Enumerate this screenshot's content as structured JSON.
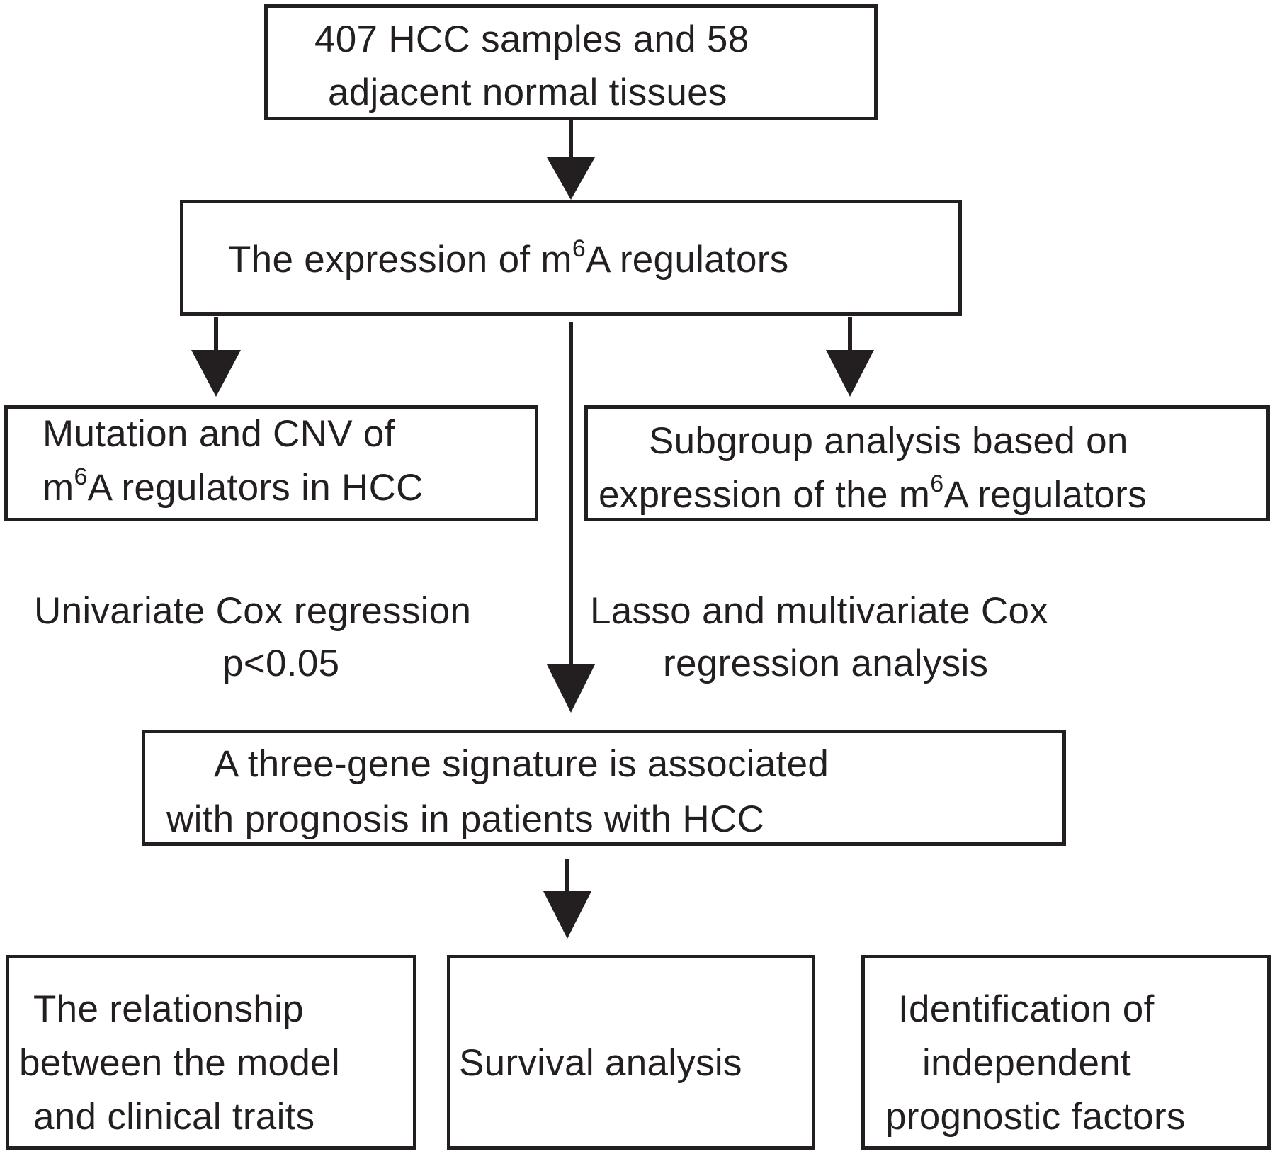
{
  "nodes": {
    "samples": {
      "line1": "407 HCC samples and 58",
      "line2": "adjacent normal tissues"
    },
    "expression": {
      "pre": "The expression of m",
      "sup": "6",
      "post": "A regulators"
    },
    "mutation": {
      "line1": "Mutation and CNV of",
      "line2_pre": "m",
      "line2_sup": "6",
      "line2_post": "A regulators in HCC"
    },
    "subgroup": {
      "line1": "Subgroup analysis based on",
      "line2_pre": "expression of the m",
      "line2_sup": "6",
      "line2_post": "A regulators"
    },
    "signature": {
      "line1": "A three-gene signature is associated",
      "line2": "with prognosis in patients with HCC"
    },
    "relationship": {
      "line1": "The relationship",
      "line2": "between the model",
      "line3": "and clinical traits"
    },
    "survival": {
      "label": "Survival analysis"
    },
    "independent": {
      "line1": "Identification of",
      "line2": "independent",
      "line3": "prognostic factors"
    }
  },
  "edge_labels": {
    "left": {
      "line1": "Univariate Cox regression",
      "line2": "p<0.05"
    },
    "right": {
      "line1": "Lasso and multivariate Cox",
      "line2": "regression analysis"
    }
  },
  "colors": {
    "stroke": "#231f20",
    "background": "#ffffff"
  }
}
